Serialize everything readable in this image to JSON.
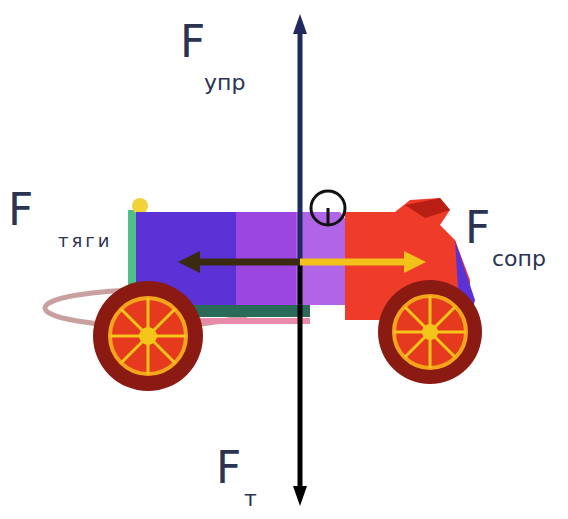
{
  "diagram": {
    "labels": [
      "F",
      "упр",
      "F",
      "тяги",
      "F",
      "сопр",
      "F",
      "т"
    ]
  }
}
